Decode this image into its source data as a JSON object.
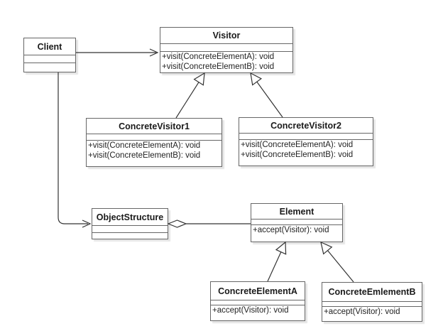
{
  "colors": {
    "background": "#ffffff",
    "box_fill": "#ffffff",
    "box_border": "#666666",
    "connector": "#333333",
    "text": "#1a1a1a"
  },
  "classes": {
    "client": {
      "name": "Client",
      "attributes": [],
      "methods": []
    },
    "visitor": {
      "name": "Visitor",
      "attributes": [],
      "methods": [
        "+visit(ConcreteElementA): void",
        "+visit(ConcreteElementB): void"
      ]
    },
    "concrete_visitor1": {
      "name": "ConcreteVisitor1",
      "attributes": [],
      "methods": [
        "+visit(ConcreteElementA): void",
        "+visit(ConcreteElementB): void"
      ]
    },
    "concrete_visitor2": {
      "name": "ConcreteVisitor2",
      "attributes": [],
      "methods": [
        "+visit(ConcreteElementA): void",
        "+visit(ConcreteElementB): void"
      ]
    },
    "object_structure": {
      "name": "ObjectStructure",
      "attributes": [],
      "methods": []
    },
    "element": {
      "name": "Element",
      "attributes": [],
      "methods": [
        "+accept(Visitor): void"
      ]
    },
    "concrete_element_a": {
      "name": "ConcreteElementA",
      "attributes": [],
      "methods": [
        "+accept(Visitor): void"
      ]
    },
    "concrete_emlement_b": {
      "name": "ConcreteEmlementB",
      "attributes": [],
      "methods": [
        "+accept(Visitor): void"
      ]
    }
  },
  "relationships": [
    {
      "type": "directed-association",
      "from": "Client",
      "to": "Visitor"
    },
    {
      "type": "directed-association",
      "from": "Client",
      "to": "ObjectStructure"
    },
    {
      "type": "generalization",
      "from": "ConcreteVisitor1",
      "to": "Visitor"
    },
    {
      "type": "generalization",
      "from": "ConcreteVisitor2",
      "to": "Visitor"
    },
    {
      "type": "aggregation",
      "from": "ObjectStructure",
      "to": "Element"
    },
    {
      "type": "generalization",
      "from": "ConcreteElementA",
      "to": "Element"
    },
    {
      "type": "generalization",
      "from": "ConcreteEmlementB",
      "to": "Element"
    }
  ]
}
